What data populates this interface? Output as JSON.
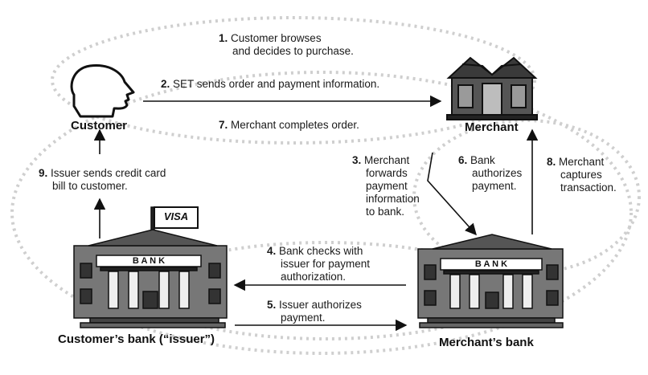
{
  "nodes": {
    "customer": "Customer",
    "merchant": "Merchant",
    "customers_bank": "Customer’s bank (“issuer”)",
    "merchants_bank": "Merchant’s bank"
  },
  "bank_sign": "B A N K",
  "visa_logo": "VISA",
  "steps": [
    {
      "num": "1.",
      "lines": [
        "Customer browses",
        "and decides to purchase."
      ]
    },
    {
      "num": "2.",
      "lines": [
        "SET sends order and payment information."
      ]
    },
    {
      "num": "7.",
      "lines": [
        "Merchant completes order."
      ]
    },
    {
      "num": "3.",
      "lines": [
        "Merchant",
        "forwards",
        "payment",
        "information",
        "to bank."
      ]
    },
    {
      "num": "6.",
      "lines": [
        "Bank",
        "authorizes",
        "payment."
      ]
    },
    {
      "num": "8.",
      "lines": [
        "Merchant",
        "captures",
        "transaction."
      ]
    },
    {
      "num": "9.",
      "lines": [
        "Issuer sends credit card",
        "bill to customer."
      ]
    },
    {
      "num": "4.",
      "lines": [
        "Bank checks with",
        "issuer for payment",
        "authorization."
      ]
    },
    {
      "num": "5.",
      "lines": [
        "Issuer authorizes",
        "payment."
      ]
    }
  ]
}
